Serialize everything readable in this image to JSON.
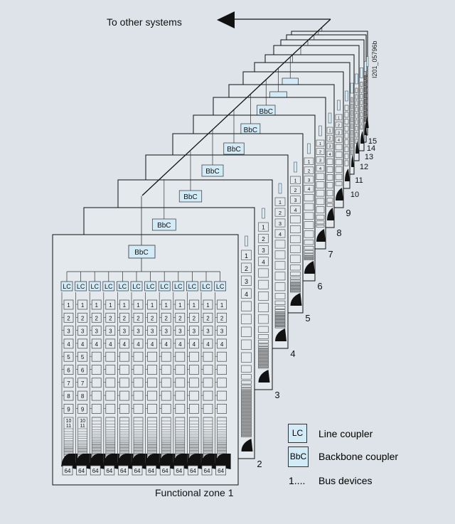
{
  "title_arrow": "To other systems",
  "figure_id": "I201_05796b",
  "front_zone_label": "Functional zone 1",
  "zone_numbers": [
    "2",
    "3",
    "4",
    "5",
    "6",
    "7",
    "8",
    "9",
    "10",
    "11",
    "12",
    "13",
    "14",
    "15"
  ],
  "backbone_label": "BbC",
  "line_coupler_label": "LC",
  "last_device_label": "64",
  "device_numbers_full": [
    "1",
    "2",
    "3",
    "4",
    "5",
    "6",
    "7",
    "8",
    "9",
    "10",
    "11"
  ],
  "device_numbers_short": [
    "1",
    "2",
    "3",
    "4"
  ],
  "legend": [
    {
      "symbol": "LC",
      "text": "Line coupler"
    },
    {
      "symbol": "BbC",
      "text": "Backbone coupler"
    },
    {
      "symbol": "1....",
      "text": "Bus devices"
    }
  ],
  "colors": {
    "background": "#dde3e8",
    "panel": "#e4e9ed",
    "coupler": "#d3ebf7"
  }
}
